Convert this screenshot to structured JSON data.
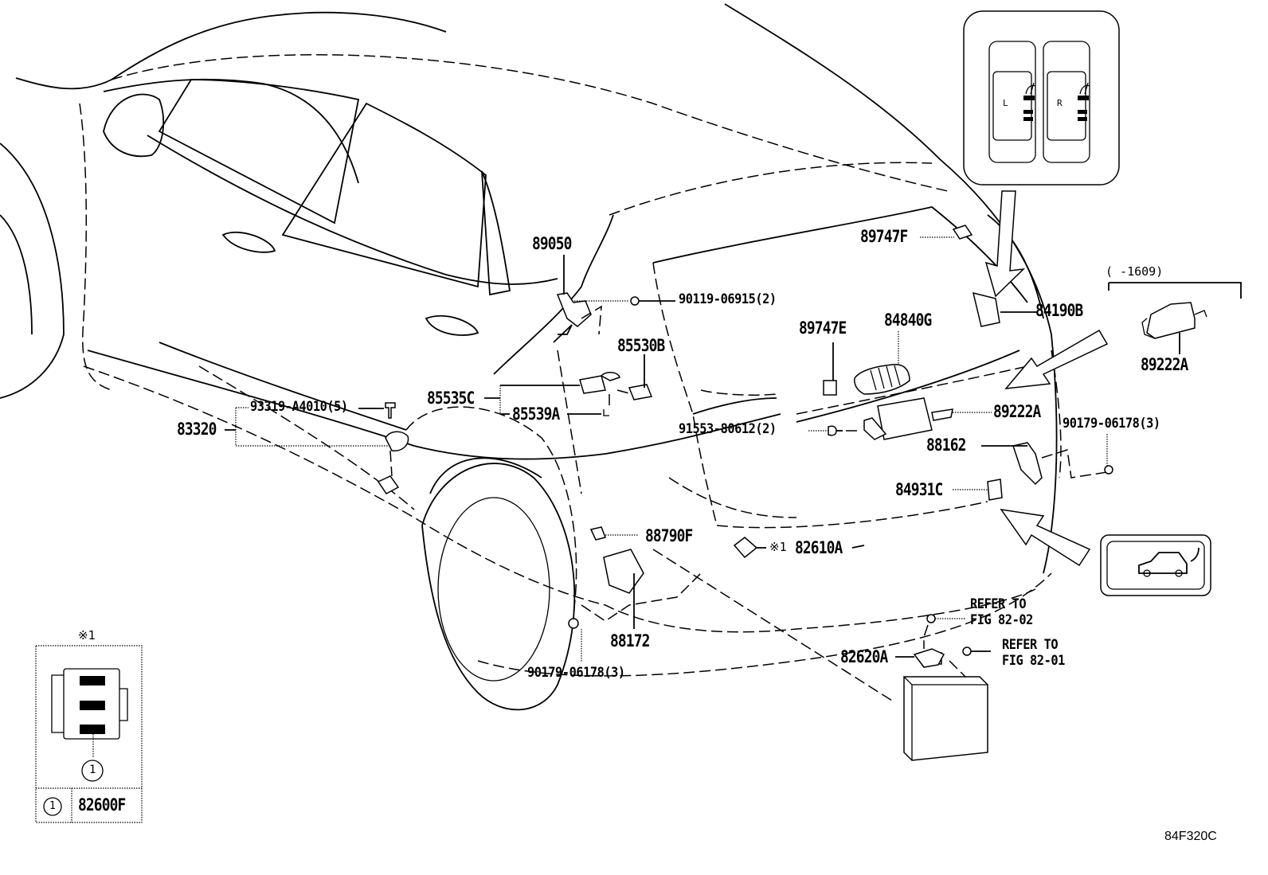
{
  "diagram": {
    "figure_code": "84F320C",
    "callouts": [
      {
        "id": "89050",
        "text": "89050"
      },
      {
        "id": "90119-06915",
        "text": "90119-06915(2)"
      },
      {
        "id": "89747F",
        "text": "89747F"
      },
      {
        "id": "84190B",
        "text": "84190B"
      },
      {
        "id": "89747E",
        "text": "89747E"
      },
      {
        "id": "84840G",
        "text": "84840G"
      },
      {
        "id": "85530B",
        "text": "85530B"
      },
      {
        "id": "85535C",
        "text": "85535C"
      },
      {
        "id": "85539A",
        "text": "85539A"
      },
      {
        "id": "93319-A4010",
        "text": "93319-A4010(5)"
      },
      {
        "id": "83320",
        "text": "83320"
      },
      {
        "id": "91553-80612",
        "text": "91553-80612(2)"
      },
      {
        "id": "89222A-main",
        "text": "89222A"
      },
      {
        "id": "88162",
        "text": "88162"
      },
      {
        "id": "84931C",
        "text": "84931C"
      },
      {
        "id": "90179-06178-right",
        "text": "90179-06178(3)"
      },
      {
        "id": "88790F",
        "text": "88790F"
      },
      {
        "id": "82610A",
        "text": "82610A",
        "prefix": "※1"
      },
      {
        "id": "88172",
        "text": "88172"
      },
      {
        "id": "90179-06178-left",
        "text": "90179-06178(3)"
      },
      {
        "id": "82620A",
        "text": "82620A"
      },
      {
        "id": "89222A-inset",
        "text": "89222A"
      }
    ],
    "references": [
      {
        "line1": "REFER TO",
        "line2": "FIG 82-02"
      },
      {
        "line1": "REFER TO",
        "line2": "FIG 82-01"
      }
    ],
    "inset_date_range": "(     -1609)",
    "seat_switch": {
      "left_label": "L",
      "right_label": "R"
    },
    "connector_inset": {
      "marker": "※1",
      "pin_callout": "1",
      "table": [
        {
          "ref": "1",
          "part": "82600F"
        }
      ]
    }
  }
}
